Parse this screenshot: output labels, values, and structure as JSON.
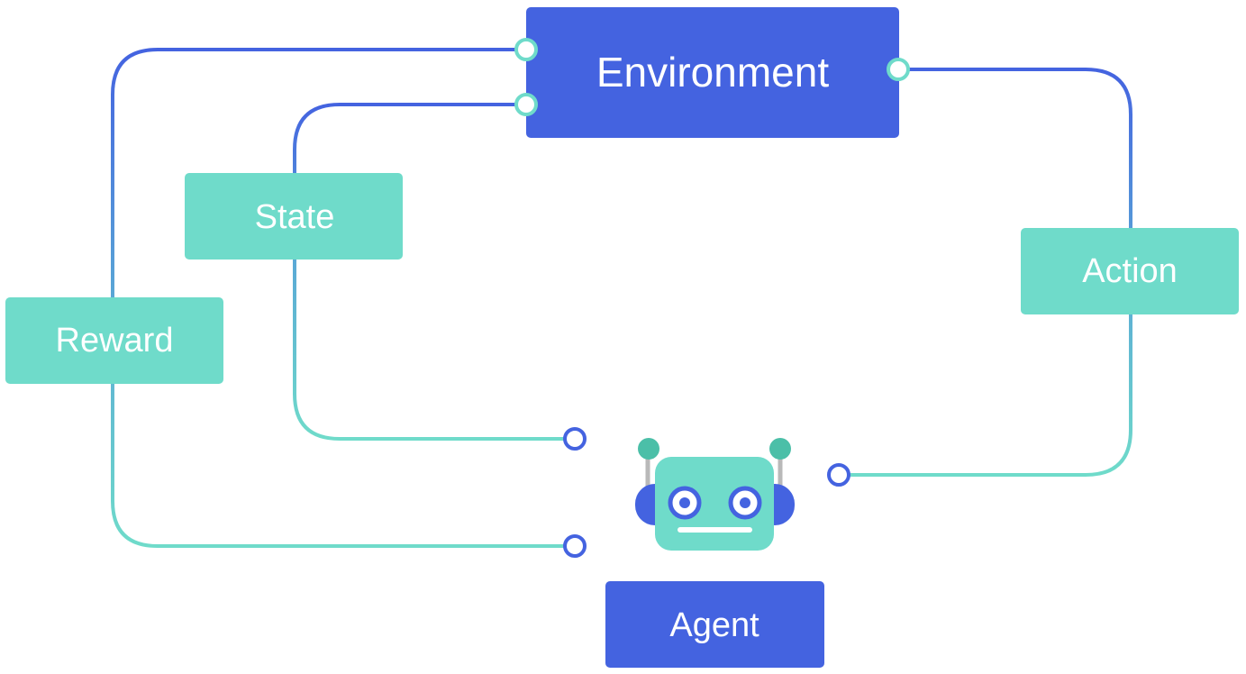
{
  "nodes": {
    "environment": {
      "label": "Environment"
    },
    "state": {
      "label": "State"
    },
    "reward": {
      "label": "Reward"
    },
    "action": {
      "label": "Action"
    },
    "agent": {
      "label": "Agent"
    }
  },
  "colors": {
    "blue": "#4463E0",
    "teal": "#6FDBCA",
    "teal_dark": "#4BBFA8",
    "robot_eye": "#4463E0",
    "antenna_stem": "#B9B9B9",
    "connector_fill": "#ffffff",
    "background": "#ffffff"
  },
  "icons": {
    "robot": "robot-agent-icon"
  }
}
